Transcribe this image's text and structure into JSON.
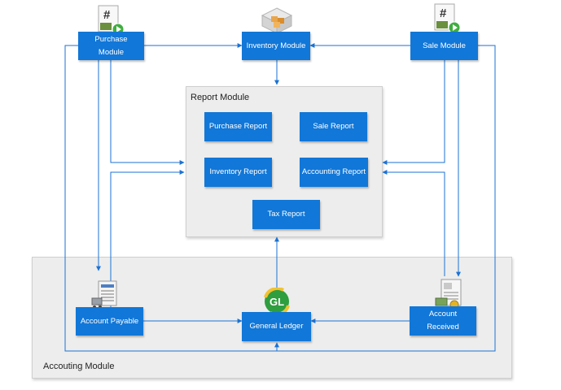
{
  "report_module": {
    "title": "Report Module",
    "purchase_report": "Purchase Report",
    "sale_report": "Sale Report",
    "inventory_report": "Inventory Report",
    "accounting_report": "Accounting Report",
    "tax_report": "Tax Report"
  },
  "accounting_module": {
    "title": "Accouting Module",
    "account_payable": "Account Payable",
    "general_ledger": "General Ledger",
    "account_received": "Account Received"
  },
  "top_modules": {
    "purchase": "Purchase Module",
    "inventory": "Inventory Module",
    "sale": "Sale Module"
  },
  "icons": {
    "purchase": "invoice-document-icon",
    "inventory": "warehouse-boxes-icon",
    "sale": "invoice-document-icon",
    "account_payable": "receipt-cart-icon",
    "general_ledger": "gl-ledger-icon",
    "account_received": "document-money-icon",
    "gl_text": "GL",
    "doc_mark": "#"
  },
  "colors": {
    "box": "#1177d8",
    "arrow": "#1b72d4",
    "group_bg": "#ededed"
  }
}
